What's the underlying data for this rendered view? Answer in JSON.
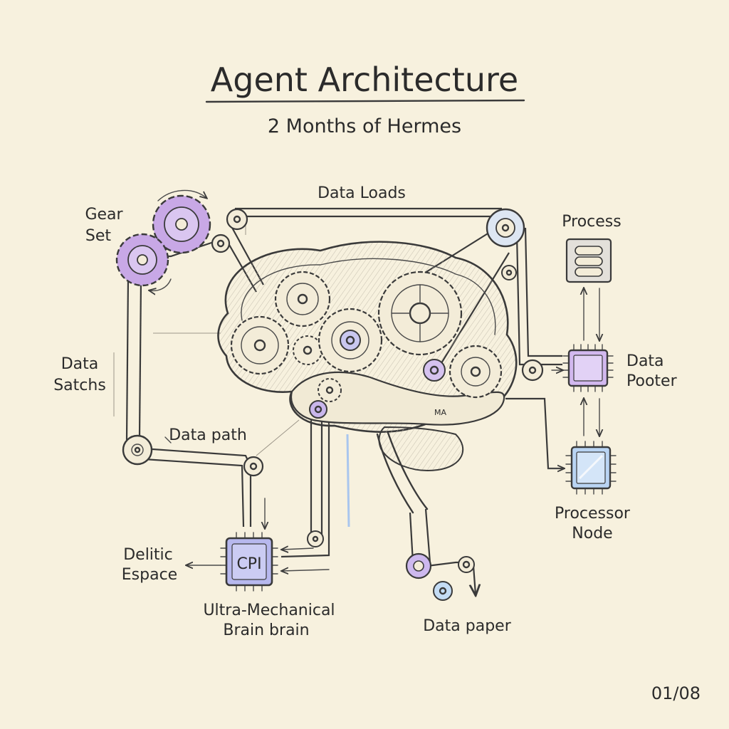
{
  "title": "Agent Architecture",
  "subtitle": "2 Months of Hermes",
  "labels": {
    "gear_set_line1": "Gear",
    "gear_set_line2": "Set",
    "data_loads": "Data Loads",
    "process": "Process",
    "data_satchs_line1": "Data",
    "data_satchs_line2": "Satchs",
    "data_pooter_line1": "Data",
    "data_pooter_line2": "Pooter",
    "data_path": "Data path",
    "processor_node_line1": "Processor",
    "processor_node_line2": "Node",
    "delitic_escape_line1": "Delitic",
    "delitic_escape_line2": "Espace",
    "cpu_chip_text": "CPI",
    "ultra_line1": "Ultra-Mechanical",
    "ultra_line2": "Brain brain",
    "data_paper": "Data paper",
    "brain_mark": "MA"
  },
  "page_number": "01/08",
  "colors": {
    "background": "#f7f1de",
    "ink": "#3a3a3a",
    "gear_purple": "#c8a8e6",
    "chip_violet": "#d2b8ef",
    "chip_blue": "#b9d4f3",
    "cpu_violet": "#b7b8ee",
    "pulley_light": "#dde6f2"
  }
}
